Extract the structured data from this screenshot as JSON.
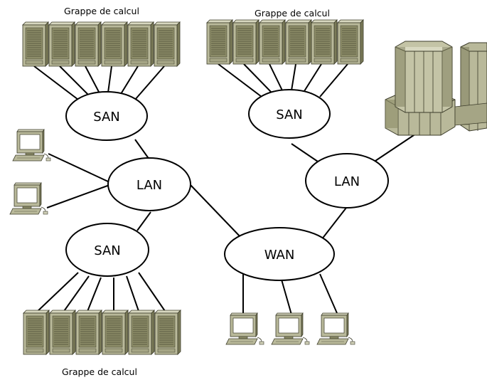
{
  "diagram": {
    "cluster_labels": {
      "top_left": "Grappe de calcul",
      "top_right": "Grappe de calcul",
      "bottom": "Grappe de calcul"
    },
    "nodes": {
      "san_top_left": "SAN",
      "san_top_right": "SAN",
      "san_bottom": "SAN",
      "lan_left": "LAN",
      "lan_right": "LAN",
      "wan": "WAN"
    },
    "icons": {
      "server": "server-tower-icon",
      "workstation": "desktop-computer-icon",
      "supercomputer": "supercomputer-icon"
    },
    "colors": {
      "equipment_face": "#b9b99a",
      "equipment_side": "#8c8c68",
      "equipment_dark": "#5a5a40",
      "line": "#000000"
    }
  }
}
